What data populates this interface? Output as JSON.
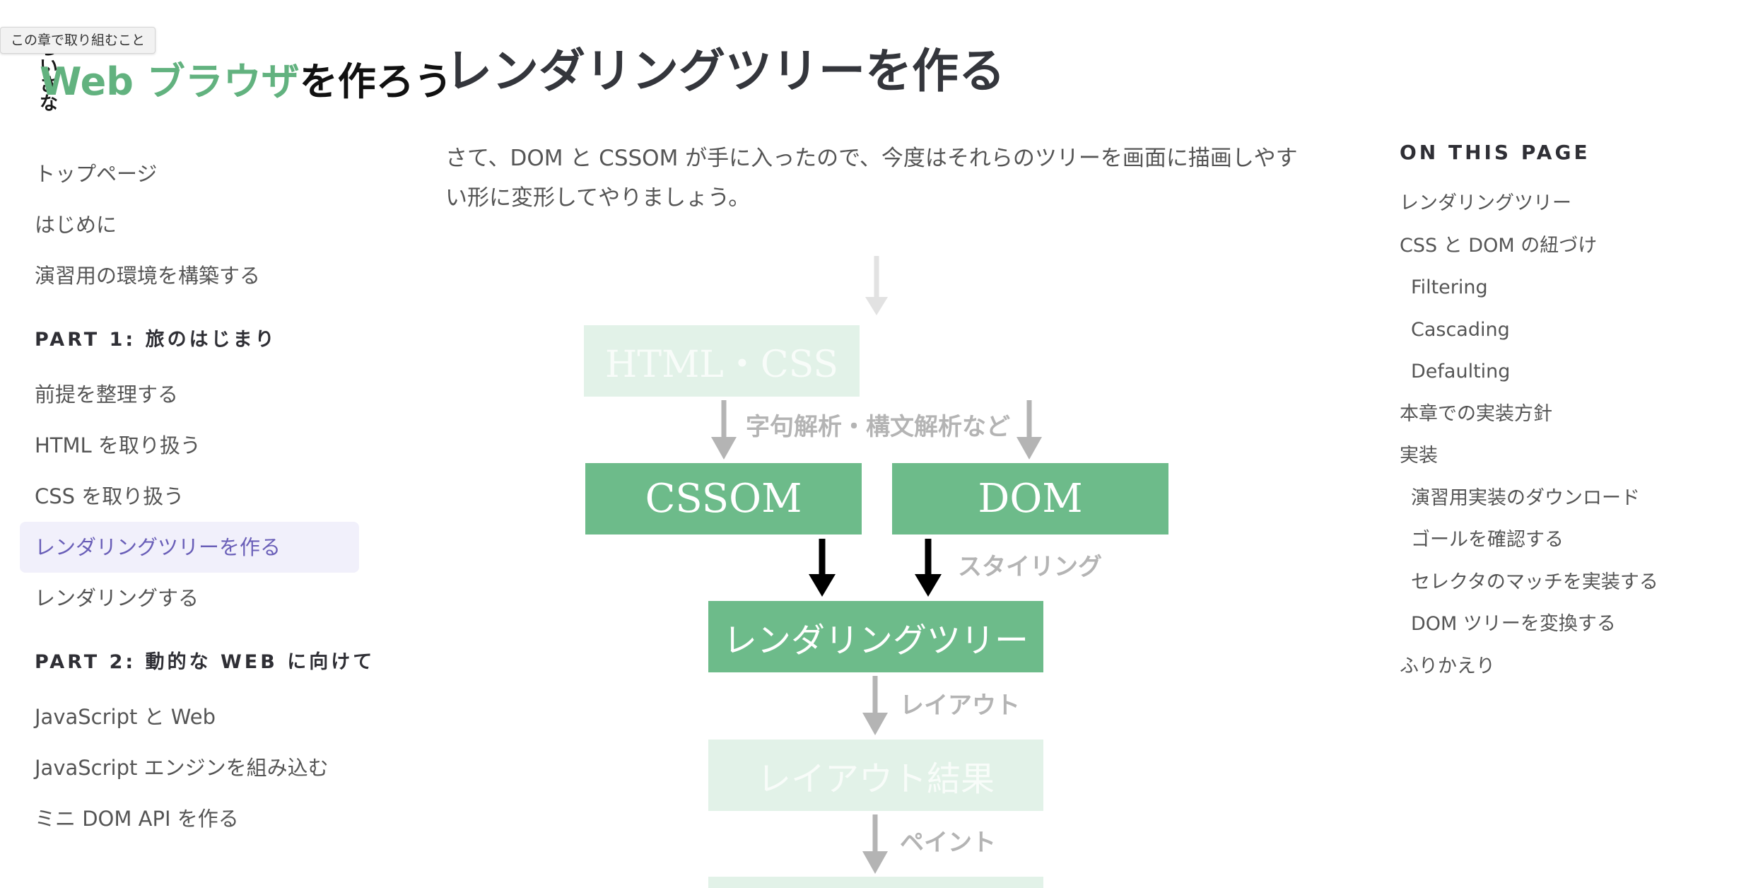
{
  "tooltip": "この章で取り組むこと",
  "logo": {
    "small": "ちいさな",
    "green": "Web ブラウザ",
    "dark": "を作ろう"
  },
  "sidebar": {
    "top_items": [
      {
        "label": "トップページ"
      },
      {
        "label": "はじめに"
      },
      {
        "label": "演習用の環境を構築する"
      }
    ],
    "part1": {
      "title": "PART 1: 旅のはじまり",
      "items": [
        {
          "label": "前提を整理する"
        },
        {
          "label": "HTML を取り扱う"
        },
        {
          "label": "CSS を取り扱う"
        },
        {
          "label": "レンダリングツリーを作る",
          "active": true
        },
        {
          "label": "レンダリングする"
        }
      ]
    },
    "part2": {
      "title": "PART 2: 動的な WEB に向けて",
      "items": [
        {
          "label": "JavaScript と Web"
        },
        {
          "label": "JavaScript エンジンを組み込む"
        },
        {
          "label": "ミニ DOM API を作る"
        }
      ]
    }
  },
  "main": {
    "title": "レンダリングツリーを作る",
    "intro": "さて、DOM と CSSOM が手に入ったので、今度はそれらのツリーを画面に描画しやすい形に変形してやりましょう。"
  },
  "diagram": {
    "box_html_css": "HTML・CSS",
    "label_parse": "字句解析・構文解析など",
    "box_cssom": "CSSOM",
    "box_dom": "DOM",
    "label_styling": "スタイリング",
    "box_render_tree": "レンダリングツリー",
    "label_layout": "レイアウト",
    "box_layout_result": "レイアウト結果",
    "label_paint": "ペイント",
    "colors": {
      "active": "#6dbb8a",
      "faded": "#e2f2e8",
      "arrow_active": "#000000",
      "arrow_faded": "#b4b4b4"
    }
  },
  "toc": {
    "title": "ON THIS PAGE",
    "items": [
      {
        "label": "レンダリングツリー",
        "level": 1
      },
      {
        "label": "CSS と DOM の紐づけ",
        "level": 1
      },
      {
        "label": "Filtering",
        "level": 2
      },
      {
        "label": "Cascading",
        "level": 2
      },
      {
        "label": "Defaulting",
        "level": 2
      },
      {
        "label": "本章での実装方針",
        "level": 1
      },
      {
        "label": "実装",
        "level": 1
      },
      {
        "label": "演習用実装のダウンロード",
        "level": 2
      },
      {
        "label": "ゴールを確認する",
        "level": 2
      },
      {
        "label": "セレクタのマッチを実装する",
        "level": 2
      },
      {
        "label": "DOM ツリーを変換する",
        "level": 2
      },
      {
        "label": "ふりかえり",
        "level": 1
      }
    ]
  }
}
